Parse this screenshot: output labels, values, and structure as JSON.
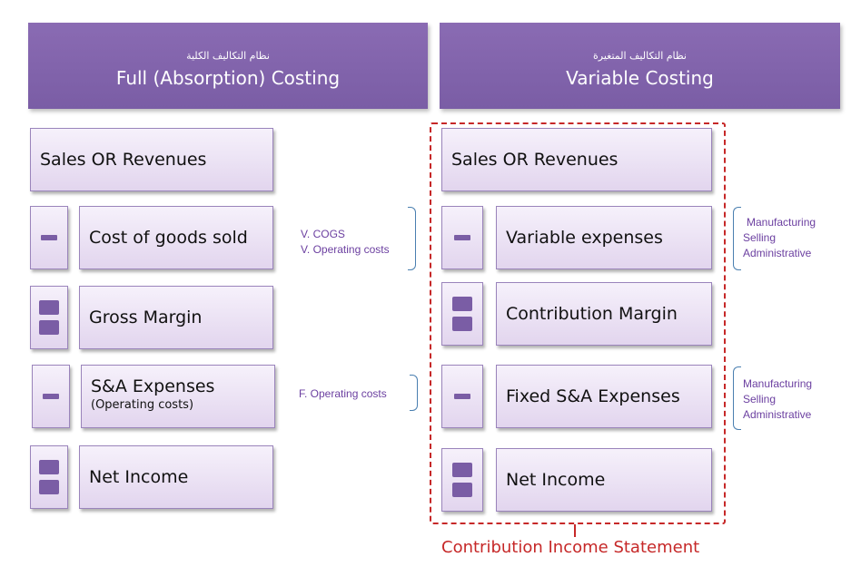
{
  "left": {
    "header": {
      "arabic": "نظام التكاليف الكلية",
      "title": "Full (Absorption) Costing"
    },
    "sales": "Sales OR Revenues",
    "cogs": "Cost of goods sold",
    "gross_margin": "Gross Margin",
    "sa_expenses": "S&A Expenses",
    "sa_sub": "(Operating costs)",
    "net_income": "Net Income"
  },
  "middle_notes": {
    "vcogs": "V. COGS",
    "vop": "V. Operating costs",
    "fop": "F. Operating costs"
  },
  "right": {
    "header": {
      "arabic": "نظام التكاليف المتغيرة",
      "title": "Variable Costing"
    },
    "sales": "Sales OR Revenues",
    "variable": "Variable expenses",
    "contribution": "Contribution Margin",
    "fixed": "Fixed S&A Expenses",
    "net_income": "Net Income"
  },
  "right_notes": {
    "var": [
      "Manufacturing",
      "Selling",
      "Administrative"
    ],
    "fixed": [
      "Manufacturing",
      "Selling",
      "Administrative"
    ]
  },
  "caption": "Contribution Income Statement",
  "colors": {
    "header": "#7a5da5",
    "accent": "#c62828",
    "brace": "#4a7fb0",
    "note": "#6b3fa0"
  }
}
